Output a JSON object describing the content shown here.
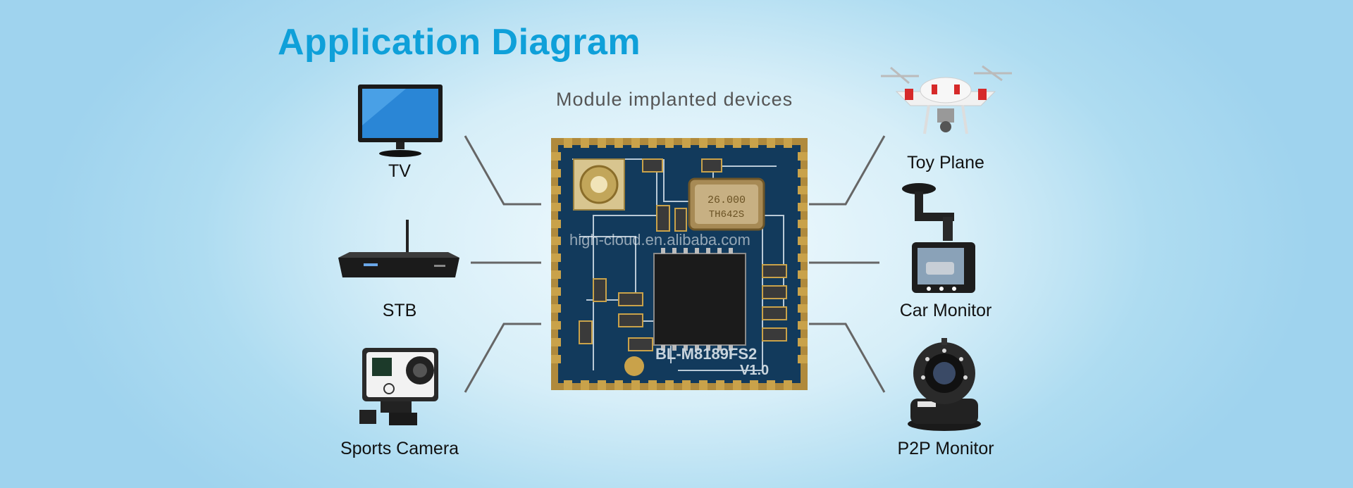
{
  "header": {
    "title": "Application Diagram",
    "subtitle": "Module implanted devices"
  },
  "module": {
    "crystal_line1": "26.000",
    "crystal_line2": "TH642S",
    "part_number": "BL-M8189FS2",
    "version": "V1.0",
    "watermark": "high-cloud.en.alibaba.com"
  },
  "devices_left": [
    {
      "label": "TV",
      "icon": "tv-icon"
    },
    {
      "label": "STB",
      "icon": "set-top-box-icon"
    },
    {
      "label": "Sports Camera",
      "icon": "sports-camera-icon"
    }
  ],
  "devices_right": [
    {
      "label": "Toy Plane",
      "icon": "drone-icon"
    },
    {
      "label": "Car Monitor",
      "icon": "dashcam-icon"
    },
    {
      "label": "P2P Monitor",
      "icon": "ip-camera-icon"
    }
  ],
  "colors": {
    "title": "#0fa0d9",
    "pcb": "#123a5c",
    "pad": "#c9a24a",
    "connector_line": "#666666"
  }
}
